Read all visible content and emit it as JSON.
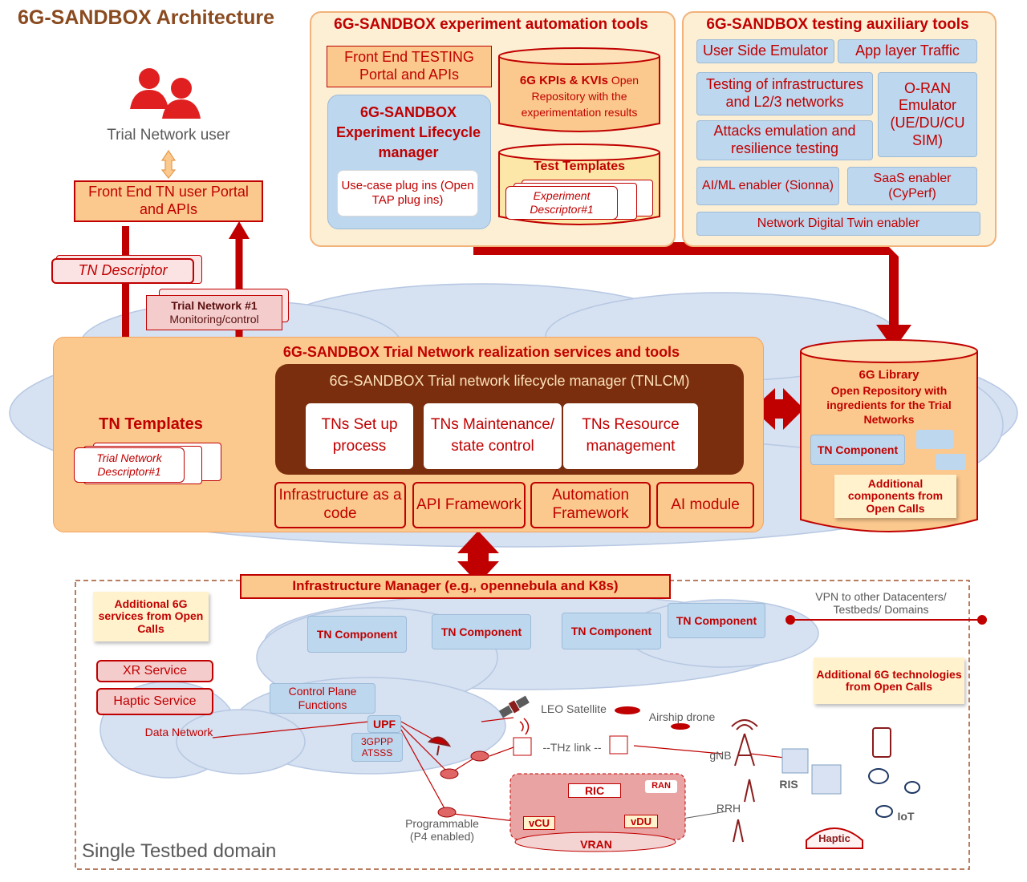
{
  "title": "6G-SANDBOX Architecture",
  "user": {
    "label": "Trial Network user"
  },
  "front_end_tn": {
    "label": "Front End TN user Portal and APIs"
  },
  "tn_descriptor": {
    "label": "TN Descriptor"
  },
  "trial_monitor": {
    "line1": "Trial Network #1",
    "line2": "Monitoring/control"
  },
  "automation_tools": {
    "title": "6G-SANDBOX experiment automation tools",
    "front_end_testing": "Front End TESTING Portal and APIs",
    "kpi_repo_bold": "6G KPIs & KVIs",
    "kpi_repo_rest": " Open Repository with the experimentation results",
    "elm": "6G-SANDBOX Experiment Lifecycle manager",
    "plugins": "Use-case plug ins (Open TAP plug ins)",
    "test_templates": "Test Templates",
    "experiment_descriptor": "Experiment Descriptor#1"
  },
  "aux_tools": {
    "title": "6G-SANDBOX testing auxiliary tools",
    "items": [
      "User Side Emulator",
      "App layer Traffic",
      "Testing of infrastructures and L2/3 networks",
      "O-RAN Emulator (UE/DU/CU SIM)",
      "Attacks emulation and resilience testing",
      "AI/ML enabler (Sionna)",
      "SaaS enabler (CyPerf)",
      "Network Digital Twin enabler"
    ]
  },
  "realization": {
    "title": "6G-SANDBOX Trial Network realization services and tools",
    "tn_templates": "TN Templates",
    "tn_descriptor1": "Trial Network Descriptor#1",
    "tnlcm_title": "6G-SANDBOX Trial network  lifecycle manager (TNLCM)",
    "tnlcm_items": [
      "TNs Set up process",
      "TNs Maintenance/ state control",
      "TNs Resource management"
    ],
    "modules": [
      "Infrastructure as a code",
      "API Framework",
      "Automation Framework",
      "AI module"
    ]
  },
  "library": {
    "title": "6G Library",
    "desc": "Open Repository with ingredients for the Trial Networks",
    "tn_component": "TN Component",
    "additional": "Additional components from Open Calls"
  },
  "infra_manager": "Infrastructure Manager (e.g., opennebula and K8s)",
  "testbed": {
    "label": "Single Testbed domain",
    "additional_services": "Additional 6G services from Open Calls",
    "additional_tech": "Additional 6G technologies from Open Calls",
    "vpn": "VPN to other Datacenters/ Testbeds/ Domains",
    "tn_components": [
      "TN Component",
      "TN Component",
      "TN Component",
      "TN Component"
    ],
    "xr": "XR Service",
    "haptic": "Haptic Service",
    "data_network": "Data Network",
    "control_plane": "Control Plane Functions",
    "upf": "UPF",
    "atsss": "3GPPP ATSSS",
    "leo": "LEO Satellite",
    "airship": "Airship drone",
    "thz": "--THz link --",
    "gnb": "gNB",
    "ris": "RIS",
    "iot": "IoT",
    "rrh": "RRH",
    "ric": "RIC",
    "ran_badge": "RAN",
    "vcu": "vCU",
    "vdu": "vDU",
    "vran": "VRAN",
    "programmable": "Programmable (P4 enabled)",
    "haptic_device": "Haptic"
  }
}
